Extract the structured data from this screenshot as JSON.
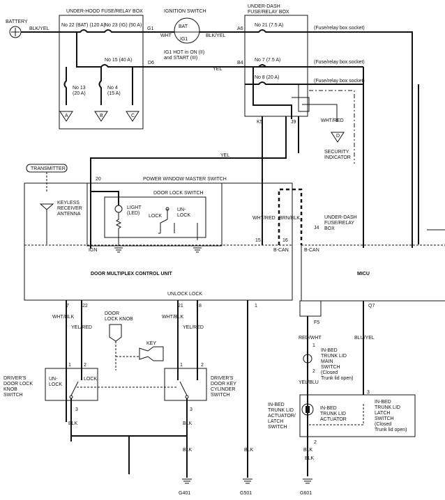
{
  "battery": "BATTERY",
  "underhood_box": "UNDER-HOOD FUSE/RELAY BOX",
  "ign_switch": "IGNITION SWITCH",
  "underdash_box_top": "UNDER-DASH",
  "underdash_box_bot": "FUSE/RELAY BOX",
  "fuse22": "No 22 (BAT) (120 A)",
  "fuse23": "No 23 (IG) (50 A)",
  "fuse15": "No 15 (40 A)",
  "fuse13a": "No 13",
  "fuse13b": "(20 A)",
  "fuse4a": "No 4",
  "fuse4b": "(15 A)",
  "fuse21": "No 21 (7.5 A)",
  "fuse7": "No 7 (7.5 A)",
  "fuse8": "No 8 (20 A)",
  "socket1": "(Fuse/relay box socket)",
  "socket2": "(Fuse/relay box socket)",
  "socket3": "(Fuse/relay box socket)",
  "bat": "BAT",
  "ig1": "IG1",
  "ig_note1": "IG1 HOT in ON (II)",
  "ig_note2": "and START (III)",
  "blk_yel": "BLK/YEL",
  "whi": "WHT",
  "blk_yel2": "BLK/YEL",
  "yel": "YEL",
  "yel2": "YEL",
  "g1": "G1",
  "a6": "A6",
  "d6": "D6",
  "b4": "B4",
  "a": "A",
  "b": "B",
  "c": "C",
  "d": "D",
  "k5": "K5",
  "j9": "J9",
  "wht_red": "WHT/RED",
  "sec1": "SECURITY",
  "sec2": "INDICATOR",
  "transmitter": "TRANSMITTER",
  "keyless1": "KEYLESS",
  "keyless2": "RECEIVER",
  "keyless3": "ANTENNA",
  "pwms": "POWER WINDOW MASTER SWITCH",
  "dls": "DOOR LOCK SWITCH",
  "pin20": "20",
  "light1": "LIGHT",
  "light2": "(LED)",
  "lock": "LOCK",
  "un": "UN-",
  "lock2": "LOCK",
  "ign": "IGN",
  "wht_red2": "WHT/RED",
  "brn_blk": "BRN/BLK",
  "pin15": "15",
  "pin16": "16",
  "bcan": "B-CAN",
  "bcan2": "B-CAN",
  "ud1": "UNDER-DASH",
  "ud2": "FUSE/RELAY",
  "ud3": "BOX",
  "j4": "J4",
  "dmcu": "DOOR MULTIPLEX CONTROL UNIT",
  "micu": "MICU",
  "unlock_lbl": "UNLOCK",
  "lock_lbl": "LOCK",
  "p7": "7",
  "p22": "22",
  "p21": "21",
  "p8": "8",
  "p1": "1",
  "wht_blk": "WHT/BLK",
  "yel_red": "YEL/RED",
  "wht_blk2": "WHT/BLK",
  "yel_red2": "YEL/RED",
  "dlk1": "DOOR",
  "dlk2": "LOCK KNOB",
  "key": "KEY",
  "f5": "F5",
  "q7": "Q7",
  "red_wht": "RED/WHT",
  "blu_yel": "BLU/YEL",
  "ms1": "IN-BED",
  "ms2": "TRUNK LID",
  "ms3": "MAIN",
  "ms4": "SWITCH",
  "ms5": "(Closed",
  "ms6": "Trunk lid open)",
  "yel_blu": "YEL/BLU",
  "drvk1": "DRIVER'S",
  "drvk2": "DOOR LOCK",
  "drvk3": "KNOB",
  "drvk4": "SWITCH",
  "drvc1": "DRIVER'S",
  "drvc2": "DOOR KEY",
  "drvc3": "CYLINDER",
  "drvc4": "SWITCH",
  "un2": "UN-",
  "lock3": "LOCK",
  "lock4": "LOCK",
  "n1": "1",
  "n2": "2",
  "n3": "3",
  "n1b": "1",
  "n2b": "2",
  "n3b": "3",
  "n1c": "1",
  "n2c": "2",
  "n3c": "3",
  "act_l1": "IN-BED",
  "act_l2": "TRUNK LID",
  "act_l3": "ACTUATOR/",
  "act_l4": "LATCH",
  "act_l5": "SWITCH",
  "act1": "IN-BED",
  "act2": "TRUNK LID",
  "act3": "ACTUATOR",
  "latch1": "IN-BED",
  "latch2": "TRUNK LID",
  "latch3": "LATCH",
  "latch4": "SWITCH",
  "latch5": "(Closed",
  "latch6": "Trunk lid open)",
  "blk1": "BLK",
  "blk2": "BLK",
  "blk3": "BLK",
  "blk4": "BLK",
  "blk5": "BLK",
  "blk6": "BLK",
  "g401": "G401",
  "g501": "G501",
  "g601": "G601"
}
